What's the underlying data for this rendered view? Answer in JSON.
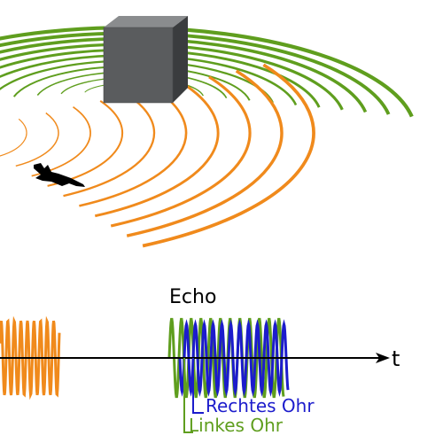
{
  "labels": {
    "echo": "Echo",
    "time_axis": "t",
    "right_ear": "Rechtes Ohr",
    "left_ear": "Linkes Ohr"
  },
  "colors": {
    "emitted_wave": "#f08a1c",
    "left_ear_wave": "#5f9e1e",
    "right_ear_wave": "#1c1ccc",
    "object": "#5a5c5e",
    "bat": "#000000",
    "axis": "#000000",
    "background": "#ffffff"
  },
  "icons": {
    "object": "cube-obstacle-icon",
    "animal": "bat-icon"
  }
}
